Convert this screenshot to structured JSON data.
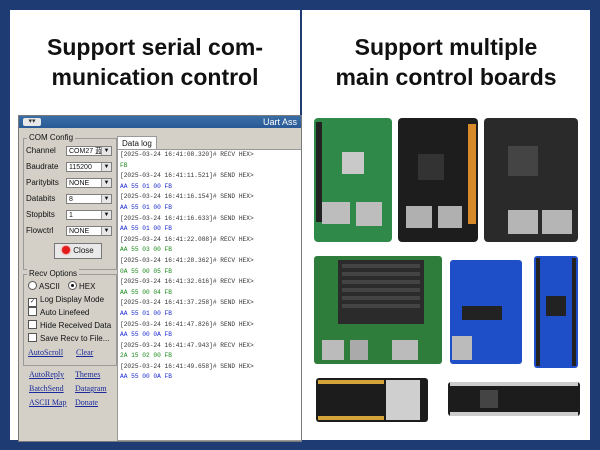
{
  "left": {
    "heading_line1": "Support serial com-",
    "heading_line2": "munication control"
  },
  "right": {
    "heading_line1": "Support multiple",
    "heading_line2": "main control boards"
  },
  "window": {
    "title": "Uart Ass",
    "com_config": {
      "title": "COM Config",
      "fields": [
        {
          "label": "Channel",
          "value": "COM27 蓝"
        },
        {
          "label": "Baudrate",
          "value": "115200"
        },
        {
          "label": "Paritybits",
          "value": "NONE"
        },
        {
          "label": "Databits",
          "value": "8"
        },
        {
          "label": "Stopbits",
          "value": "1"
        },
        {
          "label": "Flowctrl",
          "value": "NONE"
        }
      ],
      "close_label": "Close"
    },
    "recv_options": {
      "title": "Recv Options",
      "ascii": "ASCII",
      "hex": "HEX",
      "options": [
        "Log Display Mode",
        "Auto Linefeed",
        "Hide Received Data",
        "Save Recv to File..."
      ],
      "autoscroll": "AutoScroll",
      "clear": "Clear"
    },
    "links": {
      "autoreply": "AutoReply",
      "themes": "Themes",
      "batchsend": "BatchSend",
      "datagram": "Datagram",
      "asciimap": "ASCII Map",
      "donate": "Donate"
    },
    "data_tab": "Data log",
    "log": [
      {
        "type": "ts",
        "text": "[2025-03-24 16:41:08.320]# RECV HEX>"
      },
      {
        "type": "recv",
        "text": "FB"
      },
      {
        "type": "ts",
        "text": "[2025-03-24 16:41:11.521]# SEND HEX>"
      },
      {
        "type": "send",
        "text": "AA 55 01 00 FB"
      },
      {
        "type": "ts",
        "text": "[2025-03-24 16:41:16.154]# SEND HEX>"
      },
      {
        "type": "send",
        "text": "AA 55 01 00 FB"
      },
      {
        "type": "ts",
        "text": "[2025-03-24 16:41:16.633]# SEND HEX>"
      },
      {
        "type": "send",
        "text": "AA 55 01 00 FB"
      },
      {
        "type": "ts",
        "text": "[2025-03-24 16:41:22.088]# RECV HEX>"
      },
      {
        "type": "recv",
        "text": "AA 55 03 00 FB"
      },
      {
        "type": "ts",
        "text": "[2025-03-24 16:41:28.362]# RECV HEX>"
      },
      {
        "type": "recv",
        "text": "0A 55 00 05 FB"
      },
      {
        "type": "ts",
        "text": "[2025-03-24 16:41:32.616]# RECV HEX>"
      },
      {
        "type": "recv",
        "text": "AA 55 00 04 FB"
      },
      {
        "type": "ts",
        "text": "[2025-03-24 16:41:37.258]# SEND HEX>"
      },
      {
        "type": "send",
        "text": "AA 55 01 00 FB"
      },
      {
        "type": "ts",
        "text": "[2025-03-24 16:41:47.826]# SEND HEX>"
      },
      {
        "type": "send",
        "text": "AA 55 00 0A FB"
      },
      {
        "type": "ts",
        "text": "[2025-03-24 16:41:47.943]# RECV HEX>"
      },
      {
        "type": "recv",
        "text": "2A 15 02 00 FB"
      },
      {
        "type": "ts",
        "text": "[2025-03-24 16:41:49.658]# SEND HEX>"
      },
      {
        "type": "send",
        "text": "AA 55 00 0A FB"
      }
    ]
  },
  "colors": {
    "frame": "#1f3b74",
    "recv_text": "#1a8a1a",
    "send_text": "#1a2ad0",
    "link": "#1a2a9a"
  }
}
